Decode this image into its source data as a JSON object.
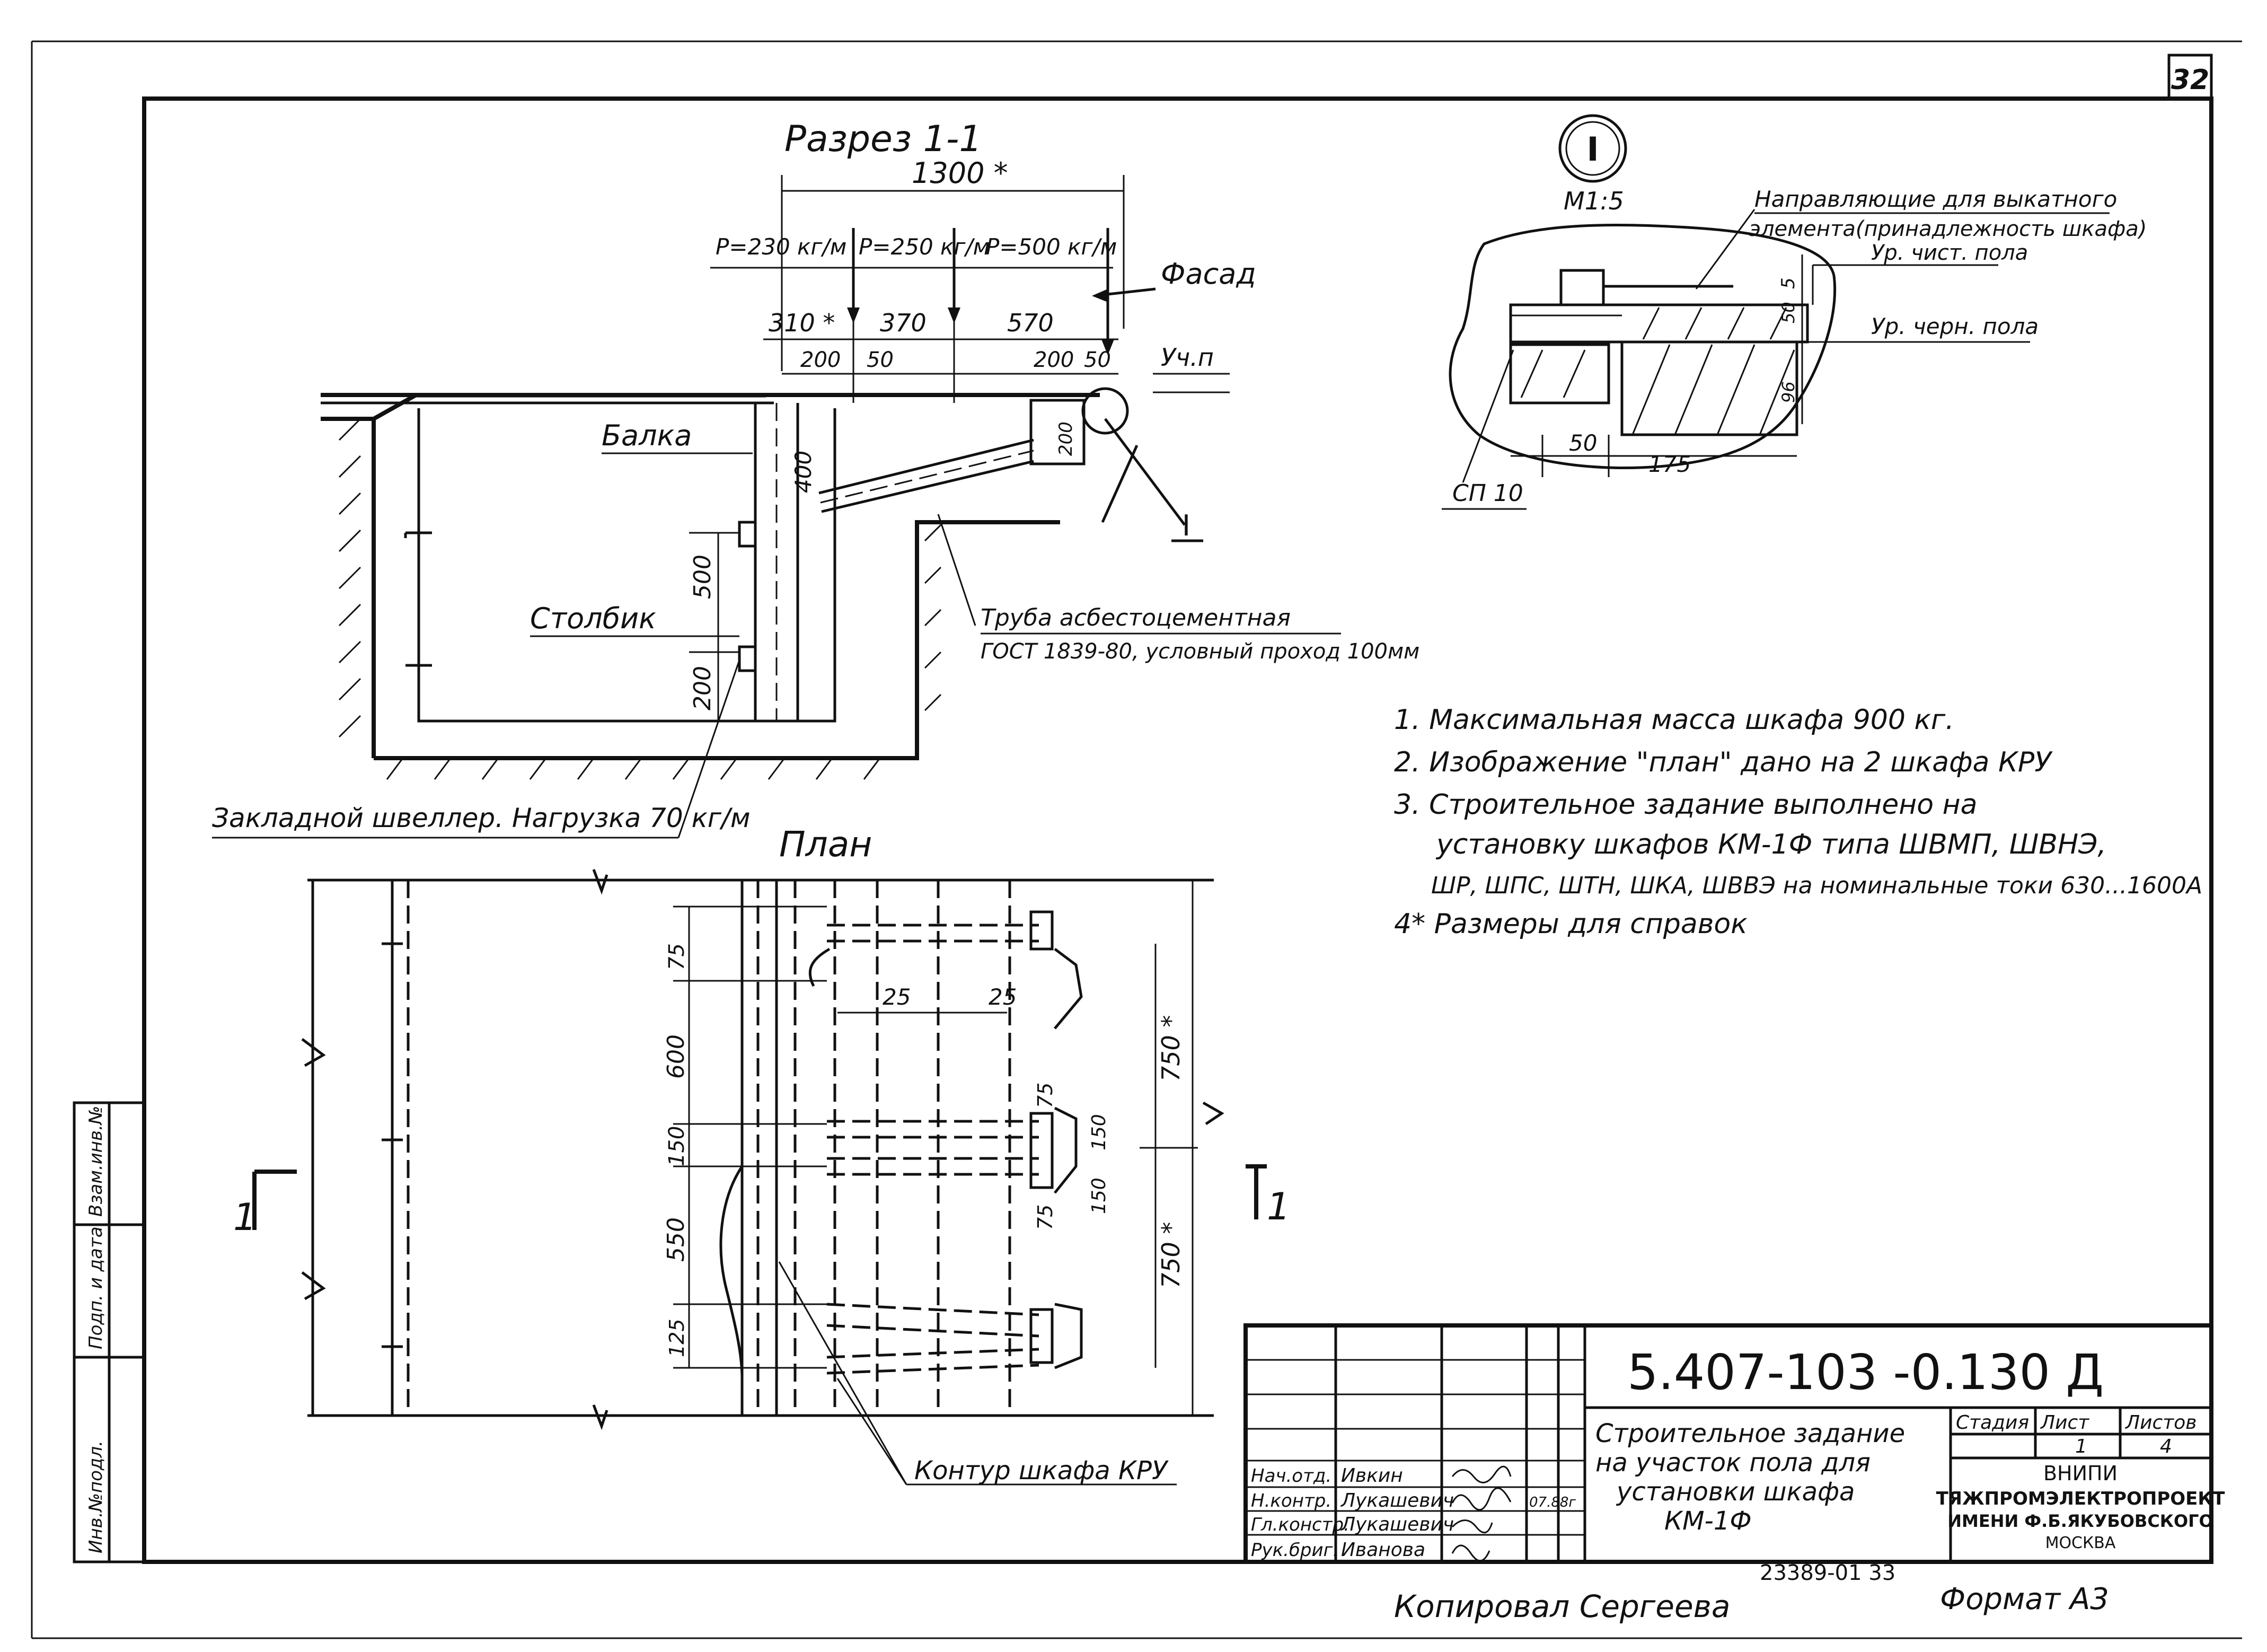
{
  "sheet_number": "32",
  "section_title": "Разрез 1-1",
  "plan_title": "План",
  "section": {
    "dim_total": "1300 *",
    "loads": [
      "P=230 кг/м",
      "P=250 кг/м",
      "P=500 кг/м"
    ],
    "dims_row1": [
      "310 *",
      "370",
      "570"
    ],
    "dims_row2": [
      "200",
      "50",
      "200",
      "50"
    ],
    "label_facade": "Фасад",
    "label_level": "Уч.п",
    "label_beam": "Балка",
    "label_table": "Столбик",
    "dim_400": "400",
    "dim_200_box": "200",
    "dim_500": "500",
    "dim_200_low": "200",
    "pipe_line1": "Труба асбестоцементная",
    "pipe_line2": "ГОСТ 1839-80, условный проход 100мм",
    "embedded_channel": "Закладной швеллер. Нагрузка 70 кг/м",
    "marker_section": "I"
  },
  "detail": {
    "marker": "I",
    "scale": "М1:5",
    "guides_line1": "Направляющие для выкатного",
    "guides_line2": "элемента(принадлежность шкафа)",
    "level_clean": "Ур. чист. пола",
    "level_rough": "Ур. черн. пола",
    "dim_5": "5",
    "dim_50v": "50",
    "dim_96": "96",
    "dim_50": "50",
    "dim_175": "175",
    "channel": "СП 10"
  },
  "notes": [
    "1. Максимальная масса шкафа 900 кг.",
    "2. Изображение \"план\" дано на 2 шкафа КРУ",
    "3. Строительное задание выполнено на",
    "установку шкафов КМ-1Ф типа ШВМП, ШВНЭ,",
    "ШР, ШПС, ШТН, ШКА, ШВВЭ на номинальные токи 630...1600А",
    "4* Размеры для справок"
  ],
  "plan": {
    "dims_left": [
      "75",
      "600",
      "150",
      "550",
      "125"
    ],
    "dims_25": [
      "25",
      "25"
    ],
    "dims_right": [
      "750 *",
      "75",
      "150",
      "150",
      "75",
      "750 *"
    ],
    "marker_left": "1",
    "marker_right": "1",
    "contour_label": "Контур шкафа КРУ"
  },
  "title_block": {
    "code": "5.407-103 -0.130 Д",
    "description": [
      "Строительное задание",
      "на участок пола для",
      "установки шкафа",
      "КМ-1Ф"
    ],
    "stage_header": [
      "Стадия",
      "Лист",
      "Листов"
    ],
    "stage_values": [
      "",
      "1",
      "4"
    ],
    "org_lines": [
      "ВНИПИ",
      "ТЯЖПРОМЭЛЕКТРОПРОЕКТ",
      "ИМЕНИ Ф.Б.ЯКУБОВСКОГО",
      "МОСКВА"
    ],
    "roles": [
      "Нач.отд.",
      "Н.контр.",
      "Гл.констр.",
      "Рук.бриг."
    ],
    "names": [
      "Ивкин",
      "Лукашевич",
      "Лукашевич",
      "Иванова"
    ],
    "signature_dates": [
      "",
      "07.88г"
    ]
  },
  "side_stamp": [
    "Взам.инв.№",
    "Подп. и дата",
    "Инв.№подл."
  ],
  "archive_no": "23389-01 33",
  "copied_by": "Копировал Сергеева",
  "format": "Формат А3"
}
